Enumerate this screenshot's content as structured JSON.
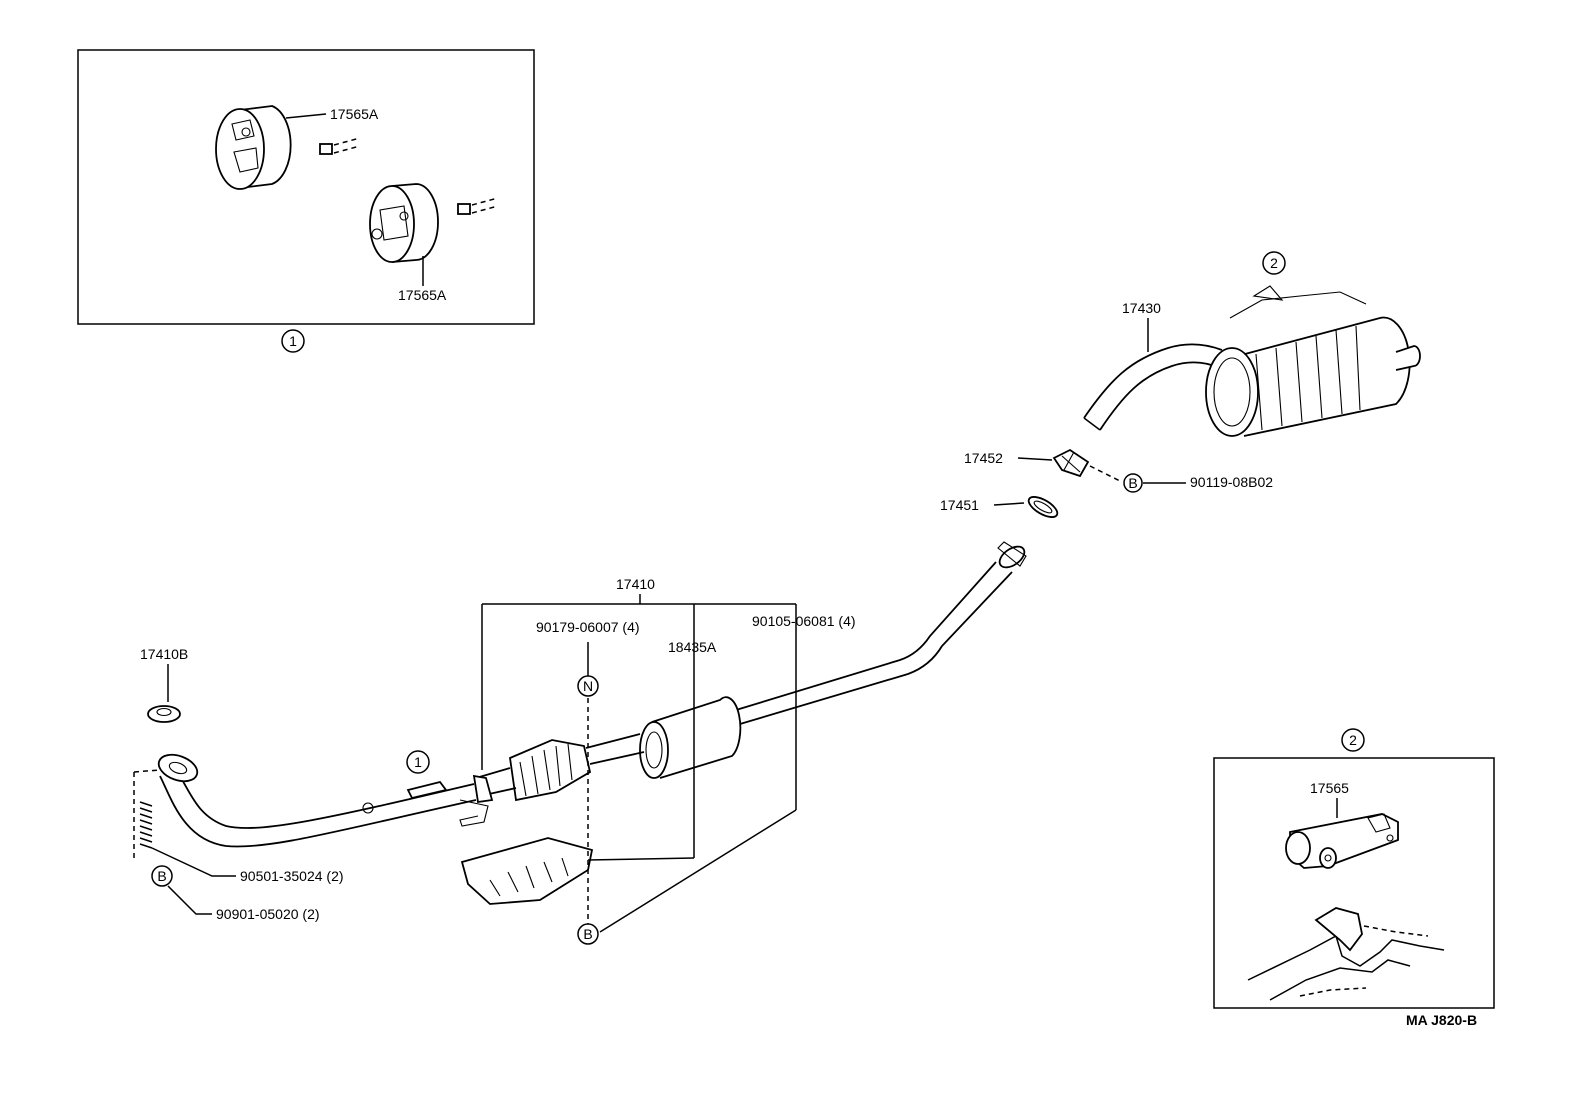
{
  "insets": {
    "one": {
      "marker": "1",
      "label_top": "17565A",
      "label_bottom": "17565A"
    },
    "two": {
      "marker": "2",
      "label": "17565"
    }
  },
  "parts": {
    "p17430": "17430",
    "p17452": "17452",
    "p17451": "17451",
    "p90119": "90119-08B02",
    "p17410": "17410",
    "p90179": "90179-06007 (4)",
    "p18435": "18435A",
    "p90105": "90105-06081 (4)",
    "p17410b": "17410B",
    "p90501": "90501-35024 (2)",
    "p90901": "90901-05020 (2)"
  },
  "markers": {
    "one": "1",
    "two": "2",
    "b": "B",
    "n": "N"
  },
  "diagram_code": "MA J820-B"
}
